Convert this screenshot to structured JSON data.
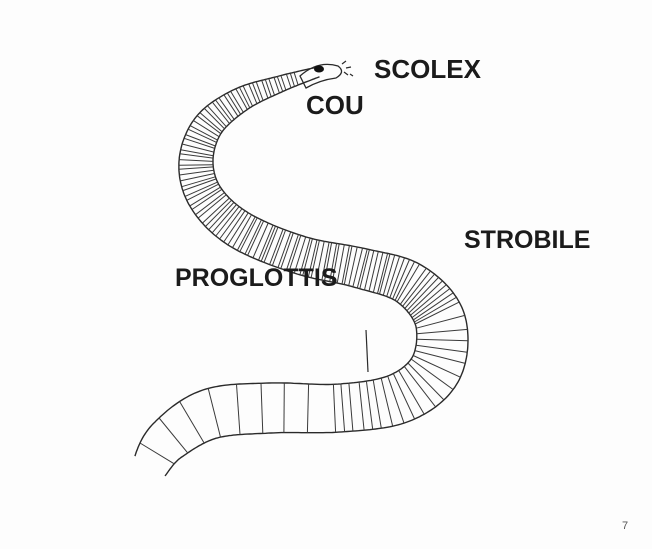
{
  "diagram": {
    "labels": {
      "scolex": "SCOLEX",
      "cou": "COU",
      "strobile": "STROBILE",
      "proglottis": "PROGLOTTIS"
    },
    "page_number": "7"
  },
  "colors": {
    "ink": "#1b1b1b",
    "outline": "#2a2a2a",
    "segment_line": "#3a3a3a",
    "background": "#fdfdfd"
  }
}
